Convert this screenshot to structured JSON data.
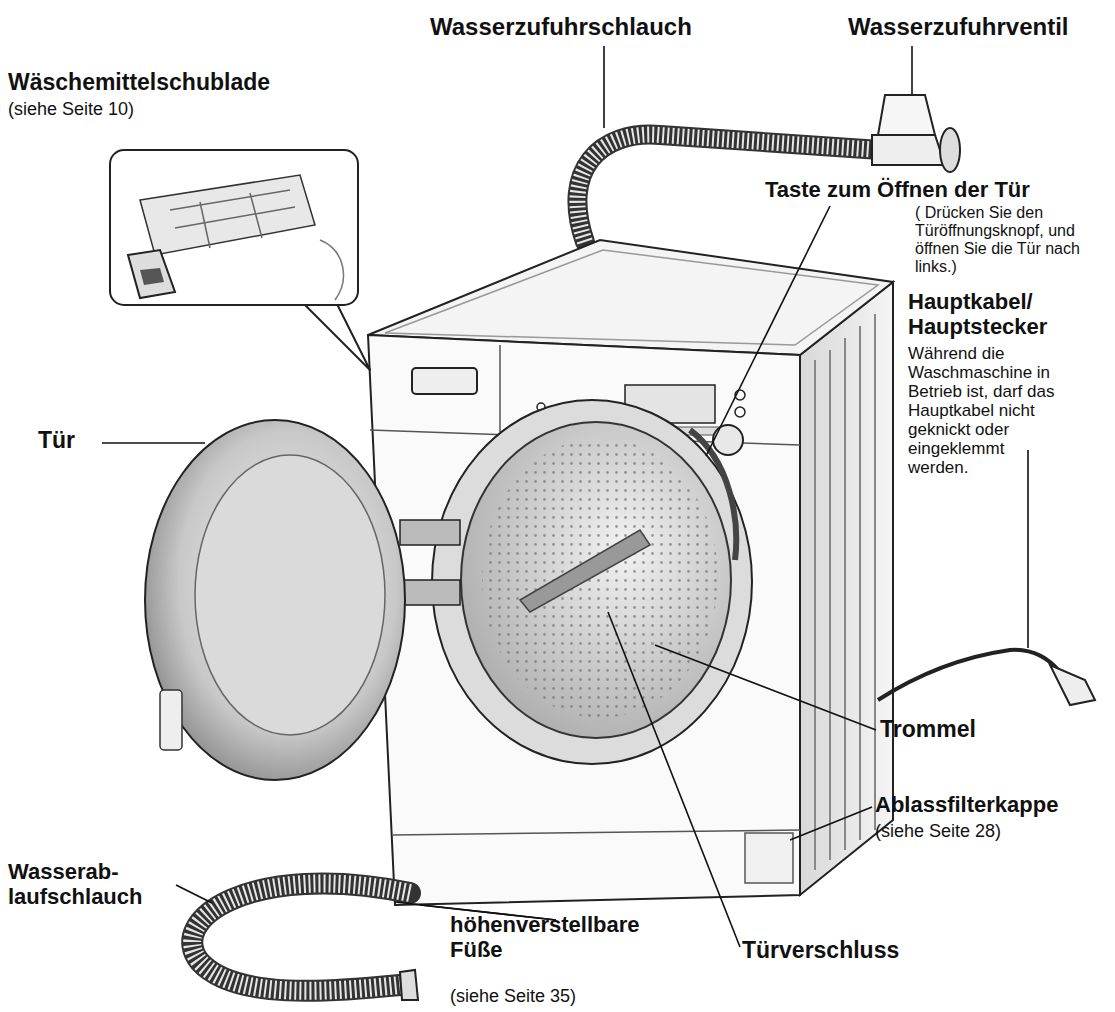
{
  "diagram": {
    "labels": [
      "Wäschemittelschublade",
      "(siehe Seite 10)",
      "Wasserzufuhrschlauch",
      "Wasserzufuhrventil",
      "Taste zum Öffnen der Tür",
      "( Drücken Sie den Türöffnungsknopf, und öffnen Sie die Tür nach links.)",
      "Hauptkabel/ Hauptstecker",
      "Während die Waschmaschine in Betrieb ist, darf das Hauptkabel nicht geknickt oder eingeklemmt werden.",
      "Tür",
      "Trommel",
      "Ablassfilterkappe",
      "(siehe Seite 28)",
      "Wasserab- laufschlauch",
      "höhenverstellbare Füße",
      "(siehe Seite 35)",
      "Türverschluss"
    ]
  }
}
